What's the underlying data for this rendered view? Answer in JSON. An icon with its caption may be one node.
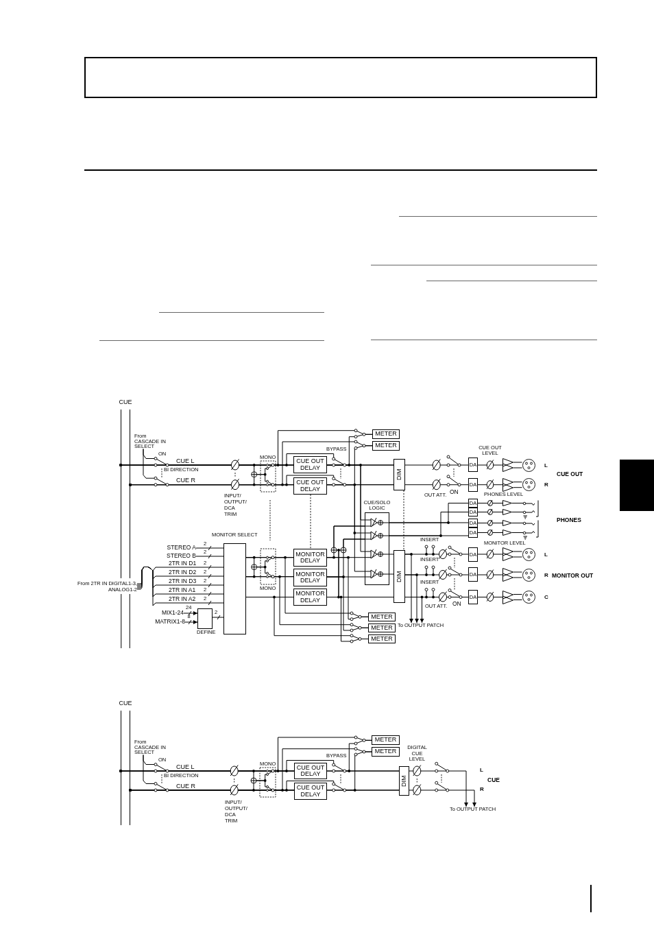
{
  "diagram": {
    "nodes": [
      {
        "text": [
          "CUE"
        ]
      },
      {
        "text": [
          "From CASCADE IN SELECT"
        ]
      },
      {
        "text": [
          "METER"
        ]
      },
      {
        "text": [
          "METER"
        ]
      },
      {
        "text": [
          "CUE OUT DELAY"
        ]
      },
      {
        "text": [
          "CUE OUT DELAY"
        ]
      },
      {
        "text": [
          "DIM"
        ]
      },
      {
        "text": [
          "DA"
        ]
      },
      {
        "text": [
          "DA"
        ]
      },
      {
        "text": [
          "CUE/SOLO LOGIC"
        ]
      },
      {
        "text": [
          "DA"
        ]
      },
      {
        "text": [
          "DA"
        ]
      },
      {
        "text": [
          "DA"
        ]
      },
      {
        "text": [
          "DA"
        ]
      },
      {
        "text": [
          "MONITOR SELECT"
        ]
      },
      {
        "text": [
          "STEREO A"
        ]
      },
      {
        "text": [
          "STEREO B"
        ]
      },
      {
        "text": [
          "From 2TR IN DIGITAL1-3, ANALOG1-2"
        ]
      },
      {
        "text": [
          "MIX1-24"
        ]
      },
      {
        "text": [
          "MATRIX1-8"
        ]
      },
      {
        "text": [
          "DEFINE"
        ]
      },
      {
        "text": [
          "MONITOR DELAY"
        ]
      },
      {
        "text": [
          "MONITOR DELAY"
        ]
      },
      {
        "text": [
          "MONITOR DELAY"
        ]
      },
      {
        "text": [
          "DIM"
        ]
      },
      {
        "text": [
          "DA"
        ]
      },
      {
        "text": [
          "DA"
        ]
      },
      {
        "text": [
          "DA"
        ]
      },
      {
        "text": [
          "METER"
        ]
      },
      {
        "text": [
          "METER"
        ]
      },
      {
        "text": [
          "METER"
        ]
      },
      {
        "text": [
          "To OUTPUT PATCH"
        ]
      },
      {
        "text": [
          "CUE"
        ]
      },
      {
        "text": [
          "From CASCADE IN SELECT"
        ]
      },
      {
        "text": [
          "METER"
        ]
      },
      {
        "text": [
          "METER"
        ]
      },
      {
        "text": [
          "CUE OUT DELAY"
        ]
      },
      {
        "text": [
          "CUE OUT DELAY"
        ]
      },
      {
        "text": [
          "DIM"
        ]
      },
      {
        "text": [
          "To OUTPUT PATCH"
        ]
      },
      {
        "text": [],
        "shape": "triangle"
      },
      {
        "text": [],
        "shape": "circle"
      },
      {
        "text": [],
        "shape": "triangle"
      },
      {
        "text": [],
        "shape": "circle"
      },
      {
        "text": [],
        "shape": "triangle"
      },
      {
        "text": [],
        "shape": "picture"
      },
      {
        "text": [],
        "shape": "triangle"
      },
      {
        "text": [],
        "shape": "picture"
      },
      {
        "text": [],
        "shape": "triangle"
      },
      {
        "text": [],
        "shape": "circle"
      },
      {
        "text": [],
        "shape": "triangle"
      },
      {
        "text": [],
        "shape": "circle"
      },
      {
        "text": [],
        "shape": "triangle"
      },
      {
        "text": [],
        "shape": "circle"
      },
      {
        "text": [],
        "shape": "box"
      }
    ],
    "edges": [
      {
        "from": 0,
        "to": 4,
        "arrow": "other",
        "label": "CUE L"
      },
      {
        "from": 0,
        "to": 5,
        "arrow": "other",
        "label": "CUE R"
      },
      {
        "from": 1,
        "to": 4,
        "arrow": "none"
      },
      {
        "from": 1,
        "to": 5,
        "arrow": "none"
      },
      {
        "from": 0,
        "to": 4,
        "arrow": "other"
      },
      {
        "from": 0,
        "to": 5,
        "arrow": "other"
      },
      {
        "from": 4,
        "to": 6,
        "arrow": "none"
      },
      {
        "from": 5,
        "to": 6,
        "arrow": "none"
      },
      {
        "from": 0,
        "to": 6,
        "arrow": "other"
      },
      {
        "from": 0,
        "to": 6,
        "arrow": "other"
      },
      {
        "from": 0,
        "to": 2,
        "arrow": "other"
      },
      {
        "from": 4,
        "to": 2,
        "arrow": "none"
      },
      {
        "from": 0,
        "to": 3,
        "arrow": "other"
      },
      {
        "from": 5,
        "to": 3,
        "arrow": "none"
      },
      {
        "from": 6,
        "to": 7,
        "arrow": "none"
      },
      {
        "from": 6,
        "to": 8,
        "arrow": "none"
      },
      {
        "from": 5,
        "to": 21,
        "arrow": "none",
        "style": "dashed"
      },
      {
        "from": 6,
        "to": 24,
        "arrow": "none",
        "style": "dashed"
      },
      {
        "from": 4,
        "to": 9,
        "arrow": "none"
      },
      {
        "from": 4,
        "to": 9,
        "arrow": "none"
      },
      {
        "from": 5,
        "to": 9,
        "arrow": "none"
      },
      {
        "from": 5,
        "to": 9,
        "arrow": "none"
      },
      {
        "from": 15,
        "to": 14,
        "arrow": "none"
      },
      {
        "from": 16,
        "to": 14,
        "arrow": "none"
      },
      {
        "from": 17,
        "to": 14,
        "arrow": "none",
        "label": "2TR IN D1"
      },
      {
        "from": 17,
        "to": 14,
        "arrow": "none",
        "label": "2TR IN D2"
      },
      {
        "from": 17,
        "to": 14,
        "arrow": "none",
        "label": "2TR IN D3"
      },
      {
        "from": 17,
        "to": 14,
        "arrow": "none",
        "label": "2TR IN A1"
      },
      {
        "from": 17,
        "to": 14,
        "arrow": "none",
        "label": "2TR IN A2"
      },
      {
        "from": 18,
        "to": 20,
        "arrow": "to"
      },
      {
        "from": 19,
        "to": 20,
        "arrow": "to"
      },
      {
        "from": 20,
        "to": 14,
        "arrow": "none"
      },
      {
        "from": 14,
        "to": 21,
        "arrow": "none"
      },
      {
        "from": 14,
        "to": 22,
        "arrow": "none"
      },
      {
        "from": 14,
        "to": 23,
        "arrow": "none"
      },
      {
        "from": 14,
        "to": 21,
        "arrow": "none"
      },
      {
        "from": 14,
        "to": 22,
        "arrow": "none"
      },
      {
        "from": 14,
        "to": 28,
        "arrow": "none"
      },
      {
        "from": 14,
        "to": 29,
        "arrow": "none"
      },
      {
        "from": 14,
        "to": 30,
        "arrow": "none"
      },
      {
        "from": 21,
        "to": 9,
        "arrow": "none"
      },
      {
        "from": 22,
        "to": 9,
        "arrow": "none"
      },
      {
        "from": 23,
        "to": 24,
        "arrow": "none"
      },
      {
        "from": 21,
        "to": 9,
        "arrow": "none"
      },
      {
        "from": 22,
        "to": 9,
        "arrow": "none"
      },
      {
        "from": 23,
        "to": 9,
        "arrow": "none"
      },
      {
        "from": 23,
        "to": 9,
        "arrow": "none"
      },
      {
        "from": 21,
        "to": 28,
        "arrow": "none"
      },
      {
        "from": 22,
        "to": 29,
        "arrow": "none"
      },
      {
        "from": 23,
        "to": 30,
        "arrow": "none"
      },
      {
        "from": 9,
        "to": 24,
        "arrow": "none"
      },
      {
        "from": 9,
        "to": 24,
        "arrow": "none"
      },
      {
        "from": 9,
        "to": 10,
        "arrow": "none"
      },
      {
        "from": 9,
        "to": 12,
        "arrow": "none"
      },
      {
        "from": 9,
        "to": 11,
        "arrow": "none"
      },
      {
        "from": 9,
        "to": 13,
        "arrow": "none"
      },
      {
        "from": 24,
        "to": 25,
        "arrow": "none"
      },
      {
        "from": 24,
        "to": 26,
        "arrow": "none"
      },
      {
        "from": 24,
        "to": 27,
        "arrow": "none"
      },
      {
        "from": 24,
        "to": 31,
        "arrow": "to"
      },
      {
        "from": 24,
        "to": 31,
        "arrow": "to"
      },
      {
        "from": 24,
        "to": 31,
        "arrow": "to"
      },
      {
        "from": 32,
        "to": 36,
        "arrow": "other",
        "label": "CUE L"
      },
      {
        "from": 32,
        "to": 37,
        "arrow": "other",
        "label": "CUE R"
      },
      {
        "from": 33,
        "to": 36,
        "arrow": "none"
      },
      {
        "from": 33,
        "to": 37,
        "arrow": "none"
      },
      {
        "from": 32,
        "to": 36,
        "arrow": "other"
      },
      {
        "from": 32,
        "to": 37,
        "arrow": "other"
      },
      {
        "from": 36,
        "to": 38,
        "arrow": "none"
      },
      {
        "from": 37,
        "to": 38,
        "arrow": "none"
      },
      {
        "from": 32,
        "to": 38,
        "arrow": "other"
      },
      {
        "from": 32,
        "to": 38,
        "arrow": "other"
      },
      {
        "from": 32,
        "to": 34,
        "arrow": "other"
      },
      {
        "from": 36,
        "to": 34,
        "arrow": "none"
      },
      {
        "from": 32,
        "to": 35,
        "arrow": "other"
      },
      {
        "from": 37,
        "to": 35,
        "arrow": "none"
      },
      {
        "from": 38,
        "to": 39,
        "arrow": "to"
      },
      {
        "from": 38,
        "to": 39,
        "arrow": "to"
      },
      {
        "from": 7,
        "to": 40,
        "arrow": "none"
      },
      {
        "from": 40,
        "to": 41,
        "arrow": "none"
      },
      {
        "from": 40,
        "to": 41,
        "arrow": "none"
      },
      {
        "from": 8,
        "to": 42,
        "arrow": "none"
      },
      {
        "from": 42,
        "to": 43,
        "arrow": "none"
      },
      {
        "from": 42,
        "to": 43,
        "arrow": "none"
      },
      {
        "from": 10,
        "to": 44,
        "arrow": "none"
      },
      {
        "from": 11,
        "to": 44,
        "arrow": "none"
      },
      {
        "from": 44,
        "to": 45,
        "arrow": "none"
      },
      {
        "from": 44,
        "to": 45,
        "arrow": "none"
      },
      {
        "from": 12,
        "to": 46,
        "arrow": "none"
      },
      {
        "from": 13,
        "to": 46,
        "arrow": "none"
      },
      {
        "from": 46,
        "to": 47,
        "arrow": "none"
      },
      {
        "from": 46,
        "to": 47,
        "arrow": "none"
      },
      {
        "from": 25,
        "to": 48,
        "arrow": "none"
      },
      {
        "from": 48,
        "to": 49,
        "arrow": "none"
      },
      {
        "from": 48,
        "to": 49,
        "arrow": "none"
      },
      {
        "from": 26,
        "to": 50,
        "arrow": "none"
      },
      {
        "from": 50,
        "to": 51,
        "arrow": "none"
      },
      {
        "from": 50,
        "to": 51,
        "arrow": "none"
      },
      {
        "from": 27,
        "to": 52,
        "arrow": "none"
      },
      {
        "from": 52,
        "to": 53,
        "arrow": "none"
      },
      {
        "from": 52,
        "to": 53,
        "arrow": "none"
      }
    ],
    "labels": [
      "ON",
      "BI DIRECTION",
      "BYPASS",
      "CUE OUT LEVEL",
      "MONO",
      "L",
      "INPUT/ OUTPUT/ DCA TRIM",
      "CUE OUT",
      "R",
      "OUT ATT.",
      "ON",
      "PHONES LEVEL",
      "PHONES",
      "2",
      "2",
      "2",
      "2",
      "2",
      "2",
      "2",
      "INSERT",
      "MONITOR LEVEL",
      "L",
      "MONO",
      "INSERT",
      "R",
      "MONITOR OUT",
      "INSERT",
      "C",
      "OUT ATT.",
      "ON",
      "24",
      "8",
      "2",
      "ON",
      "BI DIRECTION",
      "BYPASS",
      "DIGITAL CUE LEVEL",
      "MONO",
      "L",
      "CUE",
      "R",
      "INPUT/ OUTPUT/ DCA TRIM"
    ]
  }
}
